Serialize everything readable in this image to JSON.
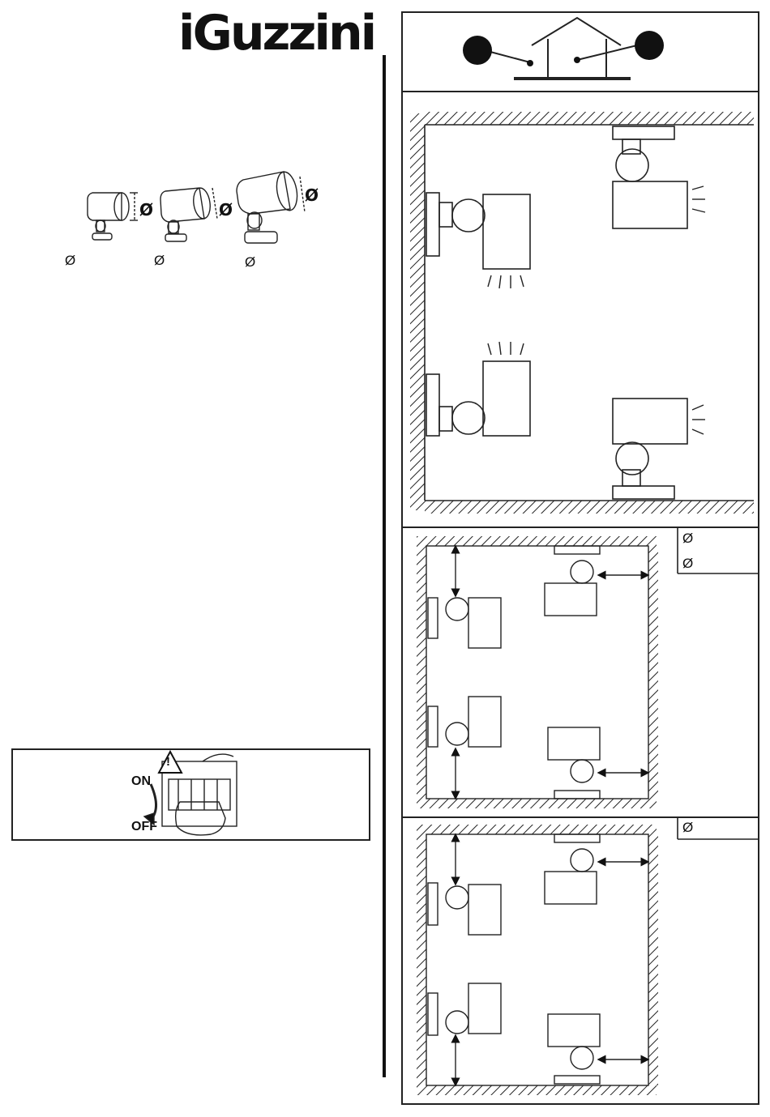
{
  "brand": {
    "logo_text": "iGuzzini"
  },
  "products": [
    {
      "diameter_symbol": "Ø",
      "label": "Ø"
    },
    {
      "diameter_symbol": "Ø",
      "label": "Ø"
    },
    {
      "diameter_symbol": "Ø",
      "label": "Ø"
    }
  ],
  "switch_box": {
    "on_label": "ON",
    "off_label": "OFF",
    "warning_symbol": "!"
  },
  "panels": {
    "spacing_1": {
      "tags": [
        "Ø",
        "Ø"
      ]
    },
    "spacing_2": {
      "tags": [
        "Ø"
      ]
    }
  }
}
